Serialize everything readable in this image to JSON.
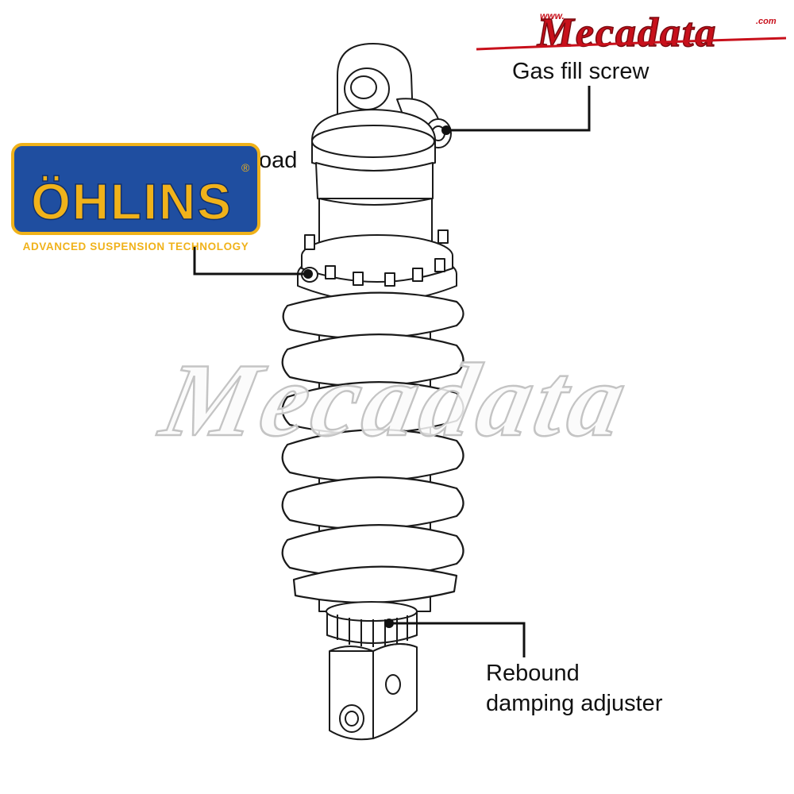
{
  "diagram": {
    "labels": {
      "gas_fill_screw": "Gas fill screw",
      "spring_preload_partial": "oad",
      "rebound_line1": "Rebound",
      "rebound_line2": "damping adjuster"
    }
  },
  "watermark": {
    "text": "Mecadata",
    "logo_prefix": "www.",
    "logo_suffix": ".com"
  },
  "ohlins_logo": {
    "name": "ÖHLINS",
    "registered": "®",
    "tagline": "ADVANCED SUSPENSION TECHNOLOGY"
  },
  "colors": {
    "ohlins_blue": "#1f4ea0",
    "ohlins_gold": "#f0b21a",
    "brand_red": "#c8101b",
    "line": "#111111",
    "watermark_fill": "#fafafa",
    "watermark_stroke": "#c4c4c4"
  }
}
